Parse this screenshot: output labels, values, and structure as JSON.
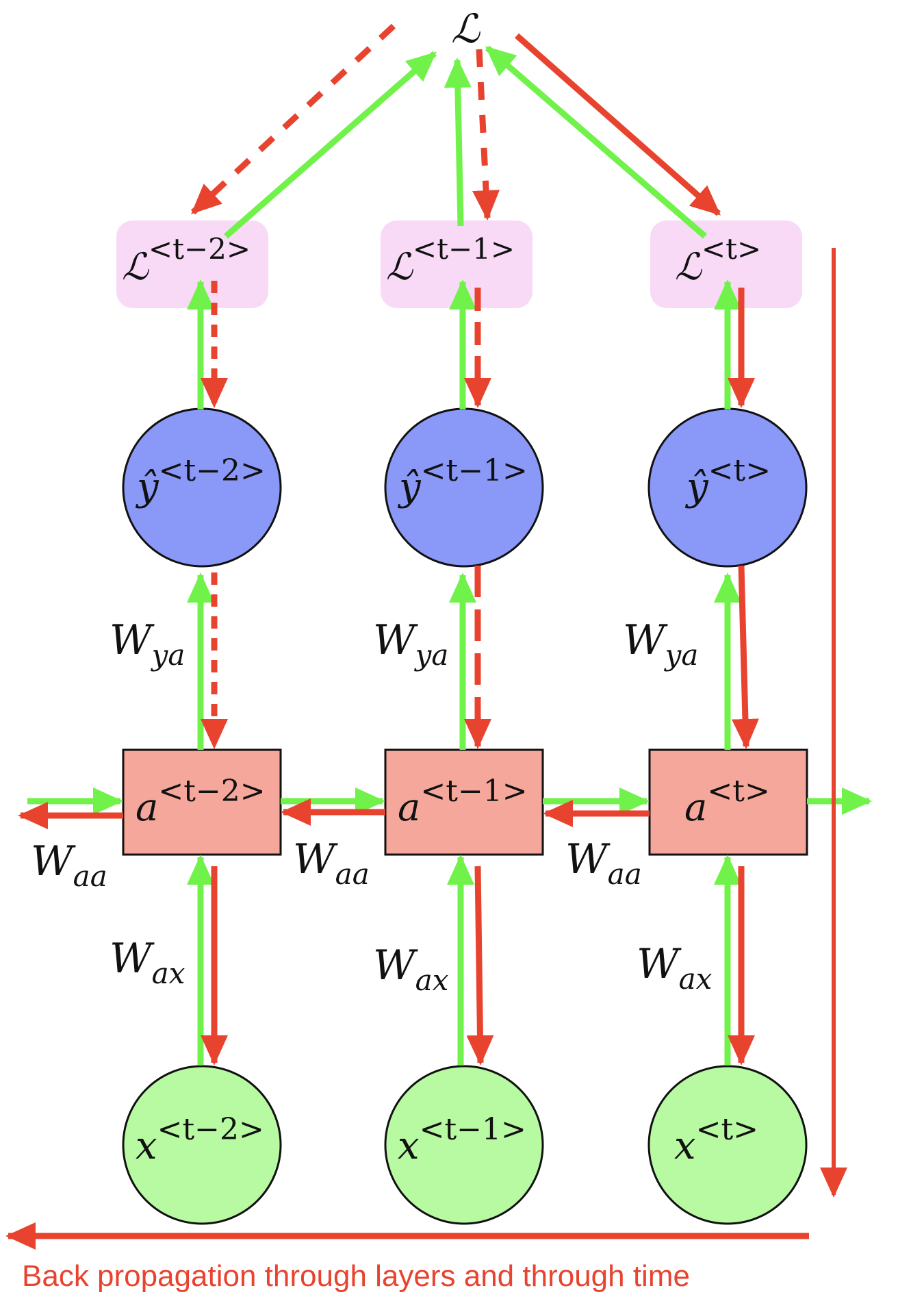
{
  "colors": {
    "forward": "#71f24a",
    "backward": "#e8432f",
    "loss_box": "#f8d9f6",
    "y_node": "#8a98f8",
    "a_node": "#f5a79b",
    "x_node": "#b8faa2",
    "stroke": "#111111",
    "caption": "#e8432f"
  },
  "total_loss": {
    "symbol": "ℒ"
  },
  "steps": [
    {
      "loss": {
        "symbol": "ℒ",
        "sup": "<t−2>"
      },
      "output": {
        "symbol": "ŷ",
        "sup": "<t−2>"
      },
      "hidden": {
        "symbol": "a",
        "sup": "<t−2>"
      },
      "input": {
        "symbol": "x",
        "sup": "<t−2>"
      },
      "w_ya": {
        "base": "W",
        "sub": "ya"
      },
      "w_ax": {
        "base": "W",
        "sub": "ax"
      },
      "w_aa": {
        "base": "W",
        "sub": "aa"
      }
    },
    {
      "loss": {
        "symbol": "ℒ",
        "sup": "<t−1>"
      },
      "output": {
        "symbol": "ŷ",
        "sup": "<t−1>"
      },
      "hidden": {
        "symbol": "a",
        "sup": "<t−1>"
      },
      "input": {
        "symbol": "x",
        "sup": "<t−1>"
      },
      "w_ya": {
        "base": "W",
        "sub": "ya"
      },
      "w_ax": {
        "base": "W",
        "sub": "ax"
      },
      "w_aa": {
        "base": "W",
        "sub": "aa"
      }
    },
    {
      "loss": {
        "symbol": "ℒ",
        "sup": "<t>"
      },
      "output": {
        "symbol": "ŷ",
        "sup": "<t>"
      },
      "hidden": {
        "symbol": "a",
        "sup": "<t>"
      },
      "input": {
        "symbol": "x",
        "sup": "<t>"
      },
      "w_ya": {
        "base": "W",
        "sub": "ya"
      },
      "w_ax": {
        "base": "W",
        "sub": "ax"
      },
      "w_aa": {
        "base": "W",
        "sub": "aa"
      }
    }
  ],
  "caption": "Back propagation through layers and through time"
}
